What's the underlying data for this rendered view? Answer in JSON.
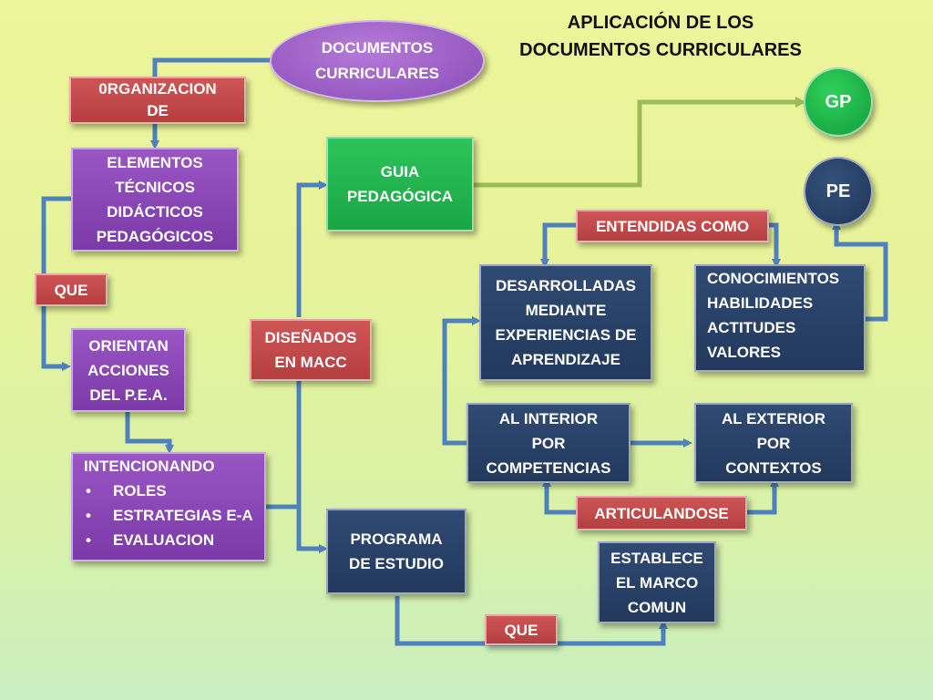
{
  "title": [
    "APLICACIÓN DE LOS",
    "DOCUMENTOS CURRICULARES"
  ],
  "nodes": {
    "documentos_curriculares": [
      "DOCUMENTOS",
      "CURRICULARES"
    ],
    "organizacion_de": [
      "0RGANIZACION",
      "DE"
    ],
    "elementos": [
      "ELEMENTOS",
      "TÉCNICOS",
      "DIDÁCTICOS",
      "PEDAGÓGICOS"
    ],
    "que_left": "QUE",
    "orientan": [
      "ORIENTAN",
      "ACCIONES",
      "DEL P.E.A."
    ],
    "intencionando": {
      "heading": "INTENCIONANDO",
      "items": [
        "ROLES",
        "ESTRATEGIAS E-A",
        "EVALUACION"
      ]
    },
    "disenados": [
      "DISEÑADOS",
      "EN MACC"
    ],
    "guia": [
      "GUIA",
      "PEDAGÓGICA"
    ],
    "programa": [
      "PROGRAMA",
      "DE ESTUDIO"
    ],
    "gp": "GP",
    "pe": "PE",
    "entendidas": "ENTENDIDAS COMO",
    "desarrolladas": [
      "DESARROLLADAS",
      "MEDIANTE",
      "EXPERIENCIAS DE",
      "APRENDIZAJE"
    ],
    "conocimientos": [
      "CONOCIMIENTOS",
      "HABILIDADES",
      "ACTITUDES",
      "VALORES"
    ],
    "interior": [
      "AL INTERIOR",
      "POR",
      "COMPETENCIAS"
    ],
    "exterior": [
      "AL EXTERIOR",
      "POR",
      "CONTEXTOS"
    ],
    "articulandose": "ARTICULANDOSE",
    "establece": [
      "ESTABLECE",
      "EL MARCO",
      "COMUN"
    ],
    "que_bottom": "QUE"
  },
  "colors": {
    "purple": "#8a47b8",
    "red": "#c24848",
    "navy": "#27406a",
    "green": "#22b24f",
    "connector": "#4f81bd",
    "connector_green": "#9bbb59"
  }
}
